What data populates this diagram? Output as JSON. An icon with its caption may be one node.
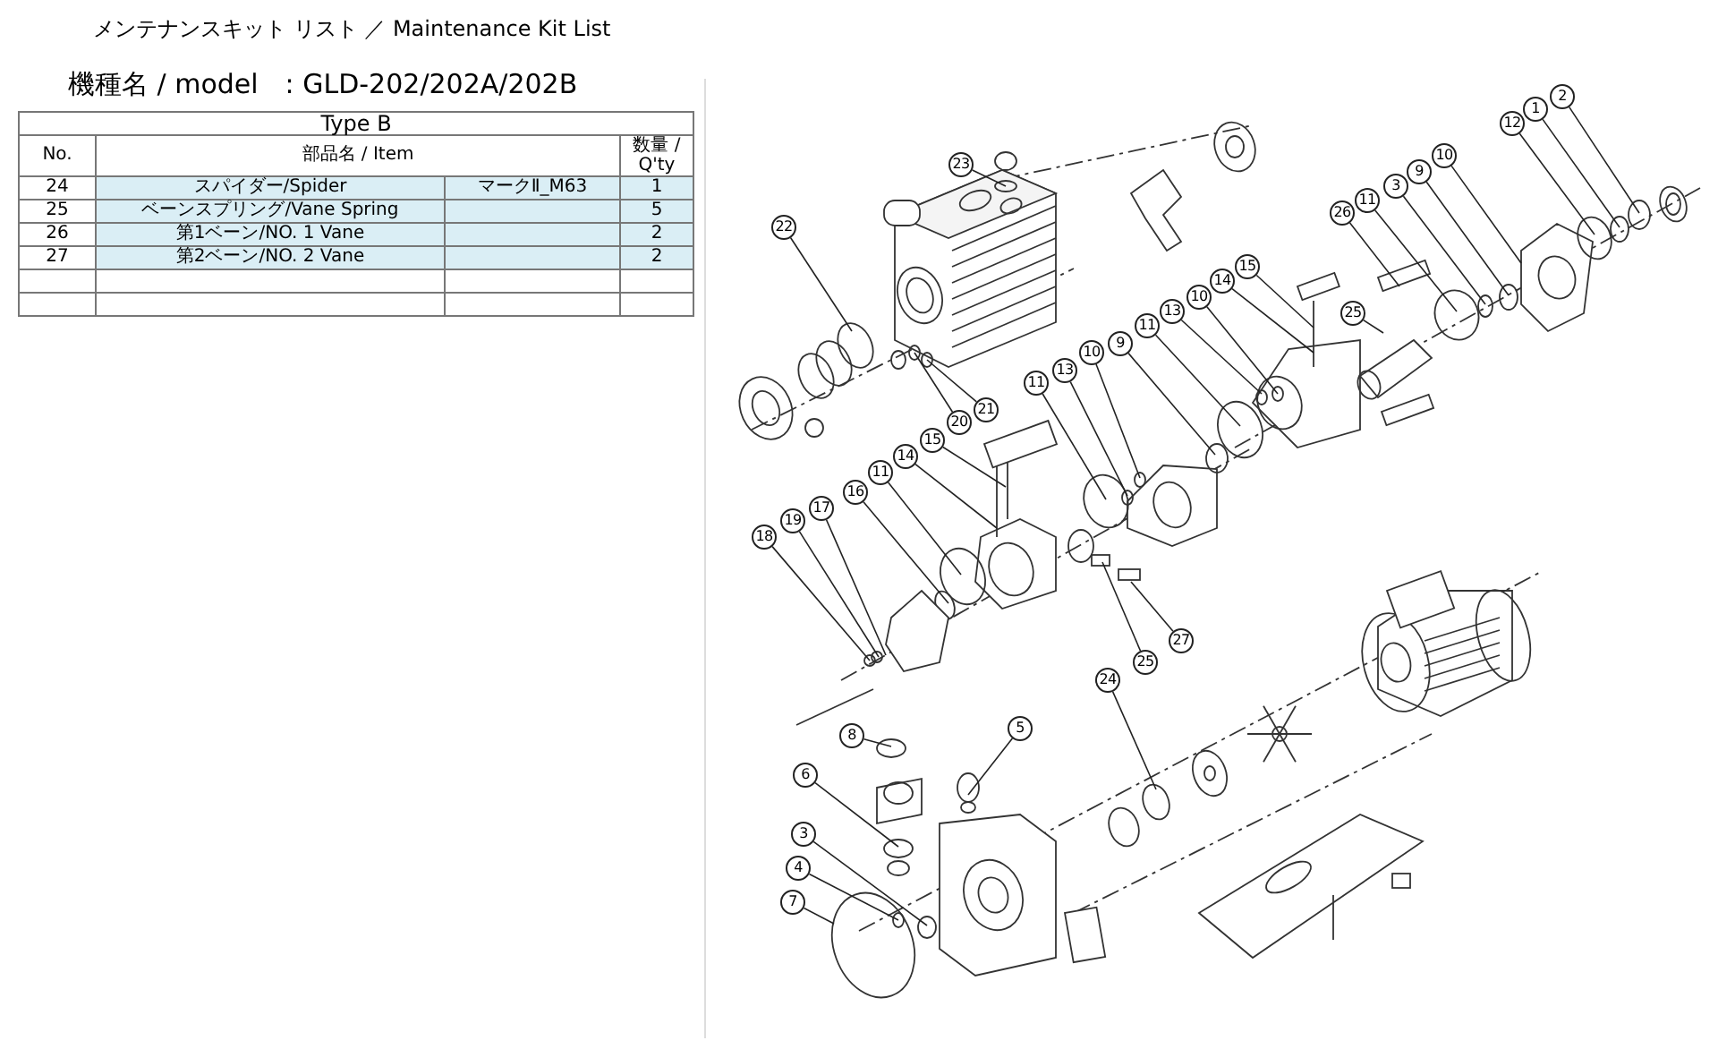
{
  "diagram": {
    "title": "メンテナンスキット リスト ／ Maintenance Kit List",
    "nodes": [
      {
        "text": [
          "2"
        ]
      },
      {
        "text": [
          "1"
        ]
      },
      {
        "text": [
          "12"
        ]
      },
      {
        "text": [
          "10"
        ]
      },
      {
        "text": [
          "23"
        ]
      },
      {
        "text": [
          "9"
        ]
      },
      {
        "text": [
          "3"
        ]
      },
      {
        "text": [
          "11"
        ]
      },
      {
        "text": [
          "26"
        ]
      },
      {
        "text": [
          "22"
        ]
      },
      {
        "text": [
          "15"
        ]
      },
      {
        "text": [
          "14"
        ]
      },
      {
        "text": [
          "10"
        ]
      },
      {
        "text": [
          "13"
        ]
      },
      {
        "text": [
          "25"
        ]
      },
      {
        "text": [
          "11"
        ]
      },
      {
        "text": [
          "9"
        ]
      },
      {
        "text": [
          "10"
        ]
      },
      {
        "text": [
          "13"
        ]
      },
      {
        "text": [
          "11"
        ]
      },
      {
        "text": [
          "21"
        ]
      },
      {
        "text": [
          "20"
        ]
      },
      {
        "text": [
          "15"
        ]
      },
      {
        "text": [
          "14"
        ]
      },
      {
        "text": [
          "11"
        ]
      },
      {
        "text": [
          "16"
        ]
      },
      {
        "text": [
          "17"
        ]
      },
      {
        "text": [
          "19"
        ]
      },
      {
        "text": [
          "18"
        ]
      },
      {
        "text": [
          "27"
        ]
      },
      {
        "text": [
          "25"
        ]
      },
      {
        "text": [
          "24"
        ]
      },
      {
        "text": [
          "5"
        ]
      },
      {
        "text": [
          "8"
        ]
      },
      {
        "text": [
          "6"
        ]
      },
      {
        "text": [
          "3"
        ]
      },
      {
        "text": [
          "4"
        ]
      },
      {
        "text": [
          "7"
        ]
      }
    ],
    "edges": [
      {
        "from": 0,
        "to": null,
        "arrow": "none"
      },
      {
        "from": 1,
        "to": null,
        "arrow": "none"
      },
      {
        "from": 2,
        "to": null,
        "arrow": "none"
      },
      {
        "from": 3,
        "to": null,
        "arrow": "none"
      },
      {
        "from": 4,
        "to": null,
        "arrow": "none"
      },
      {
        "from": 5,
        "to": null,
        "arrow": "none"
      },
      {
        "from": 6,
        "to": null,
        "arrow": "none"
      },
      {
        "from": 7,
        "to": null,
        "arrow": "none"
      },
      {
        "from": 8,
        "to": null,
        "arrow": "none"
      },
      {
        "from": 9,
        "to": null,
        "arrow": "none"
      },
      {
        "from": 10,
        "to": null,
        "arrow": "none"
      },
      {
        "from": 11,
        "to": null,
        "arrow": "none"
      },
      {
        "from": 12,
        "to": null,
        "arrow": "none"
      },
      {
        "from": 13,
        "to": null,
        "arrow": "none"
      },
      {
        "from": 14,
        "to": null,
        "arrow": "none"
      },
      {
        "from": 15,
        "to": null,
        "arrow": "none"
      },
      {
        "from": 16,
        "to": null,
        "arrow": "none"
      },
      {
        "from": 17,
        "to": null,
        "arrow": "none"
      },
      {
        "from": 18,
        "to": null,
        "arrow": "none"
      },
      {
        "from": 19,
        "to": null,
        "arrow": "none"
      },
      {
        "from": 20,
        "to": null,
        "arrow": "none"
      },
      {
        "from": 21,
        "to": null,
        "arrow": "none"
      },
      {
        "from": 22,
        "to": null,
        "arrow": "none"
      },
      {
        "from": 23,
        "to": null,
        "arrow": "none"
      },
      {
        "from": 24,
        "to": null,
        "arrow": "none"
      },
      {
        "from": 25,
        "to": null,
        "arrow": "none"
      },
      {
        "from": 26,
        "to": null,
        "arrow": "none"
      },
      {
        "from": 27,
        "to": null,
        "arrow": "none"
      },
      {
        "from": 28,
        "to": null,
        "arrow": "none"
      },
      {
        "from": 29,
        "to": null,
        "arrow": "none"
      },
      {
        "from": 30,
        "to": null,
        "arrow": "none"
      },
      {
        "from": 31,
        "to": null,
        "arrow": "none"
      },
      {
        "from": 32,
        "to": null,
        "arrow": "none"
      },
      {
        "from": 33,
        "to": null,
        "arrow": "none"
      },
      {
        "from": 34,
        "to": null,
        "arrow": "none"
      },
      {
        "from": 35,
        "to": null,
        "arrow": "none"
      },
      {
        "from": 36,
        "to": null,
        "arrow": "none"
      },
      {
        "from": 37,
        "to": null,
        "arrow": "none"
      }
    ],
    "labels": [
      "機種名 / model　: GLD-202/202A/202B",
      "Type B",
      "No.",
      "部品名 / Item",
      "数量 / Q'ty",
      "24",
      "スパイダー/Spider",
      "マークⅡ_M63",
      "1",
      "25",
      "ベーンスプリング/Vane Spring",
      "5",
      "26",
      "第1ベーン/NO. 1 Vane",
      "2",
      "27",
      "第2ベーン/NO. 2 Vane",
      "2"
    ]
  }
}
